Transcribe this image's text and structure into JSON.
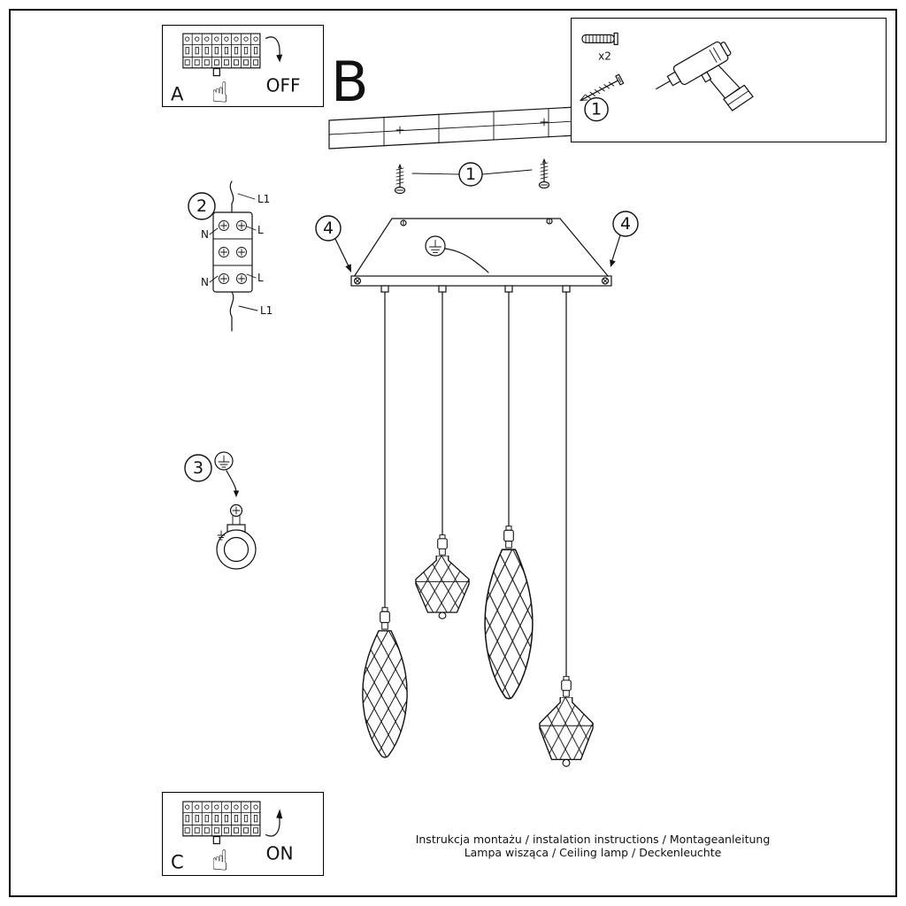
{
  "panel_a": {
    "label": "A",
    "action": "OFF"
  },
  "panel_c": {
    "label": "C",
    "action": "ON"
  },
  "parts_box": {
    "step": "1",
    "screw_qty": "x2"
  },
  "diagram": {
    "section_label": "B",
    "step_screws": "1",
    "step_bracket_left": "4",
    "step_bracket_right": "4"
  },
  "wiring": {
    "step": "2",
    "top_label": "L1",
    "row1_left": "N",
    "row1_right": "L",
    "row2_left": "N",
    "row2_right": "L",
    "bottom_label": "L1"
  },
  "grounding": {
    "step": "3"
  },
  "icons": {
    "hand": "☝"
  },
  "footer": {
    "line1": "Instrukcja montażu / instalation instructions / Montageanleitung",
    "line2": "Lampa wisząca / Ceiling lamp / Deckenleuchte"
  }
}
